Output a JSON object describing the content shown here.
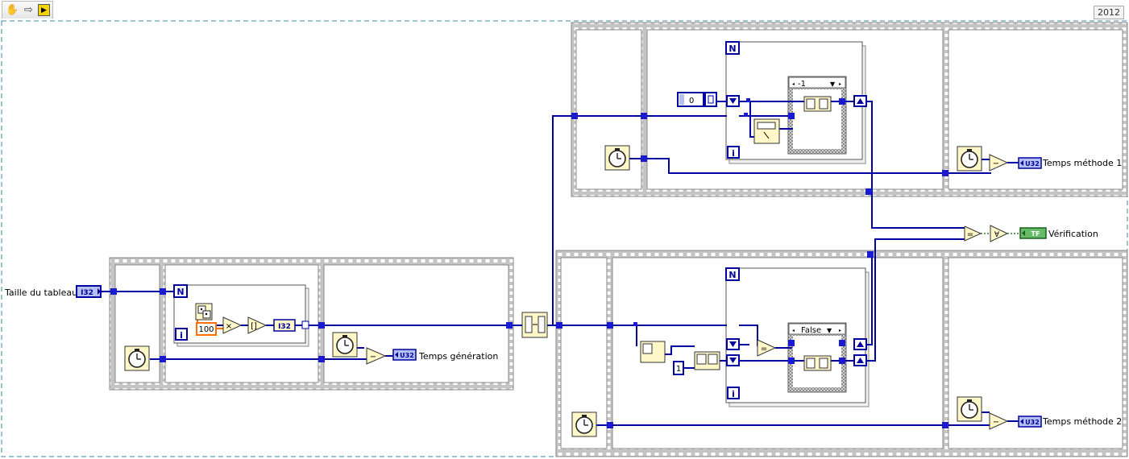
{
  "toolbar": {
    "icons": [
      "hand-icon",
      "arrow-right-icon",
      "run-icon"
    ]
  },
  "version_badge": "2012",
  "colors": {
    "wire_blue": "#0000a0",
    "wire_orange": "#ff7000",
    "wire_green": "#2e7d32",
    "frame": "#a0a0a0",
    "node_fill": "#fff7c8",
    "i32_fill": "#b4c0f0",
    "bool_fill": "#66bb66"
  },
  "diagram": {
    "controls": {
      "array_size": {
        "label": "Taille du tableau",
        "type": "I32"
      }
    },
    "indicators": {
      "gen_time": {
        "label": "Temps génération",
        "type": "U32"
      },
      "method1_time": {
        "label": "Temps méthode 1",
        "type": "U32"
      },
      "method2_time": {
        "label": "Temps méthode 2",
        "type": "U32"
      },
      "verification": {
        "label": "Vérification",
        "type": "TF"
      }
    },
    "constants": {
      "multiplier": "100",
      "m1_index": "0",
      "m2_index": "1"
    },
    "loop_terminals": {
      "count": "N",
      "iteration": "i"
    },
    "case_selectors": {
      "method1": "-1",
      "method2": "False"
    },
    "type_tags": {
      "cast": "I32"
    }
  }
}
